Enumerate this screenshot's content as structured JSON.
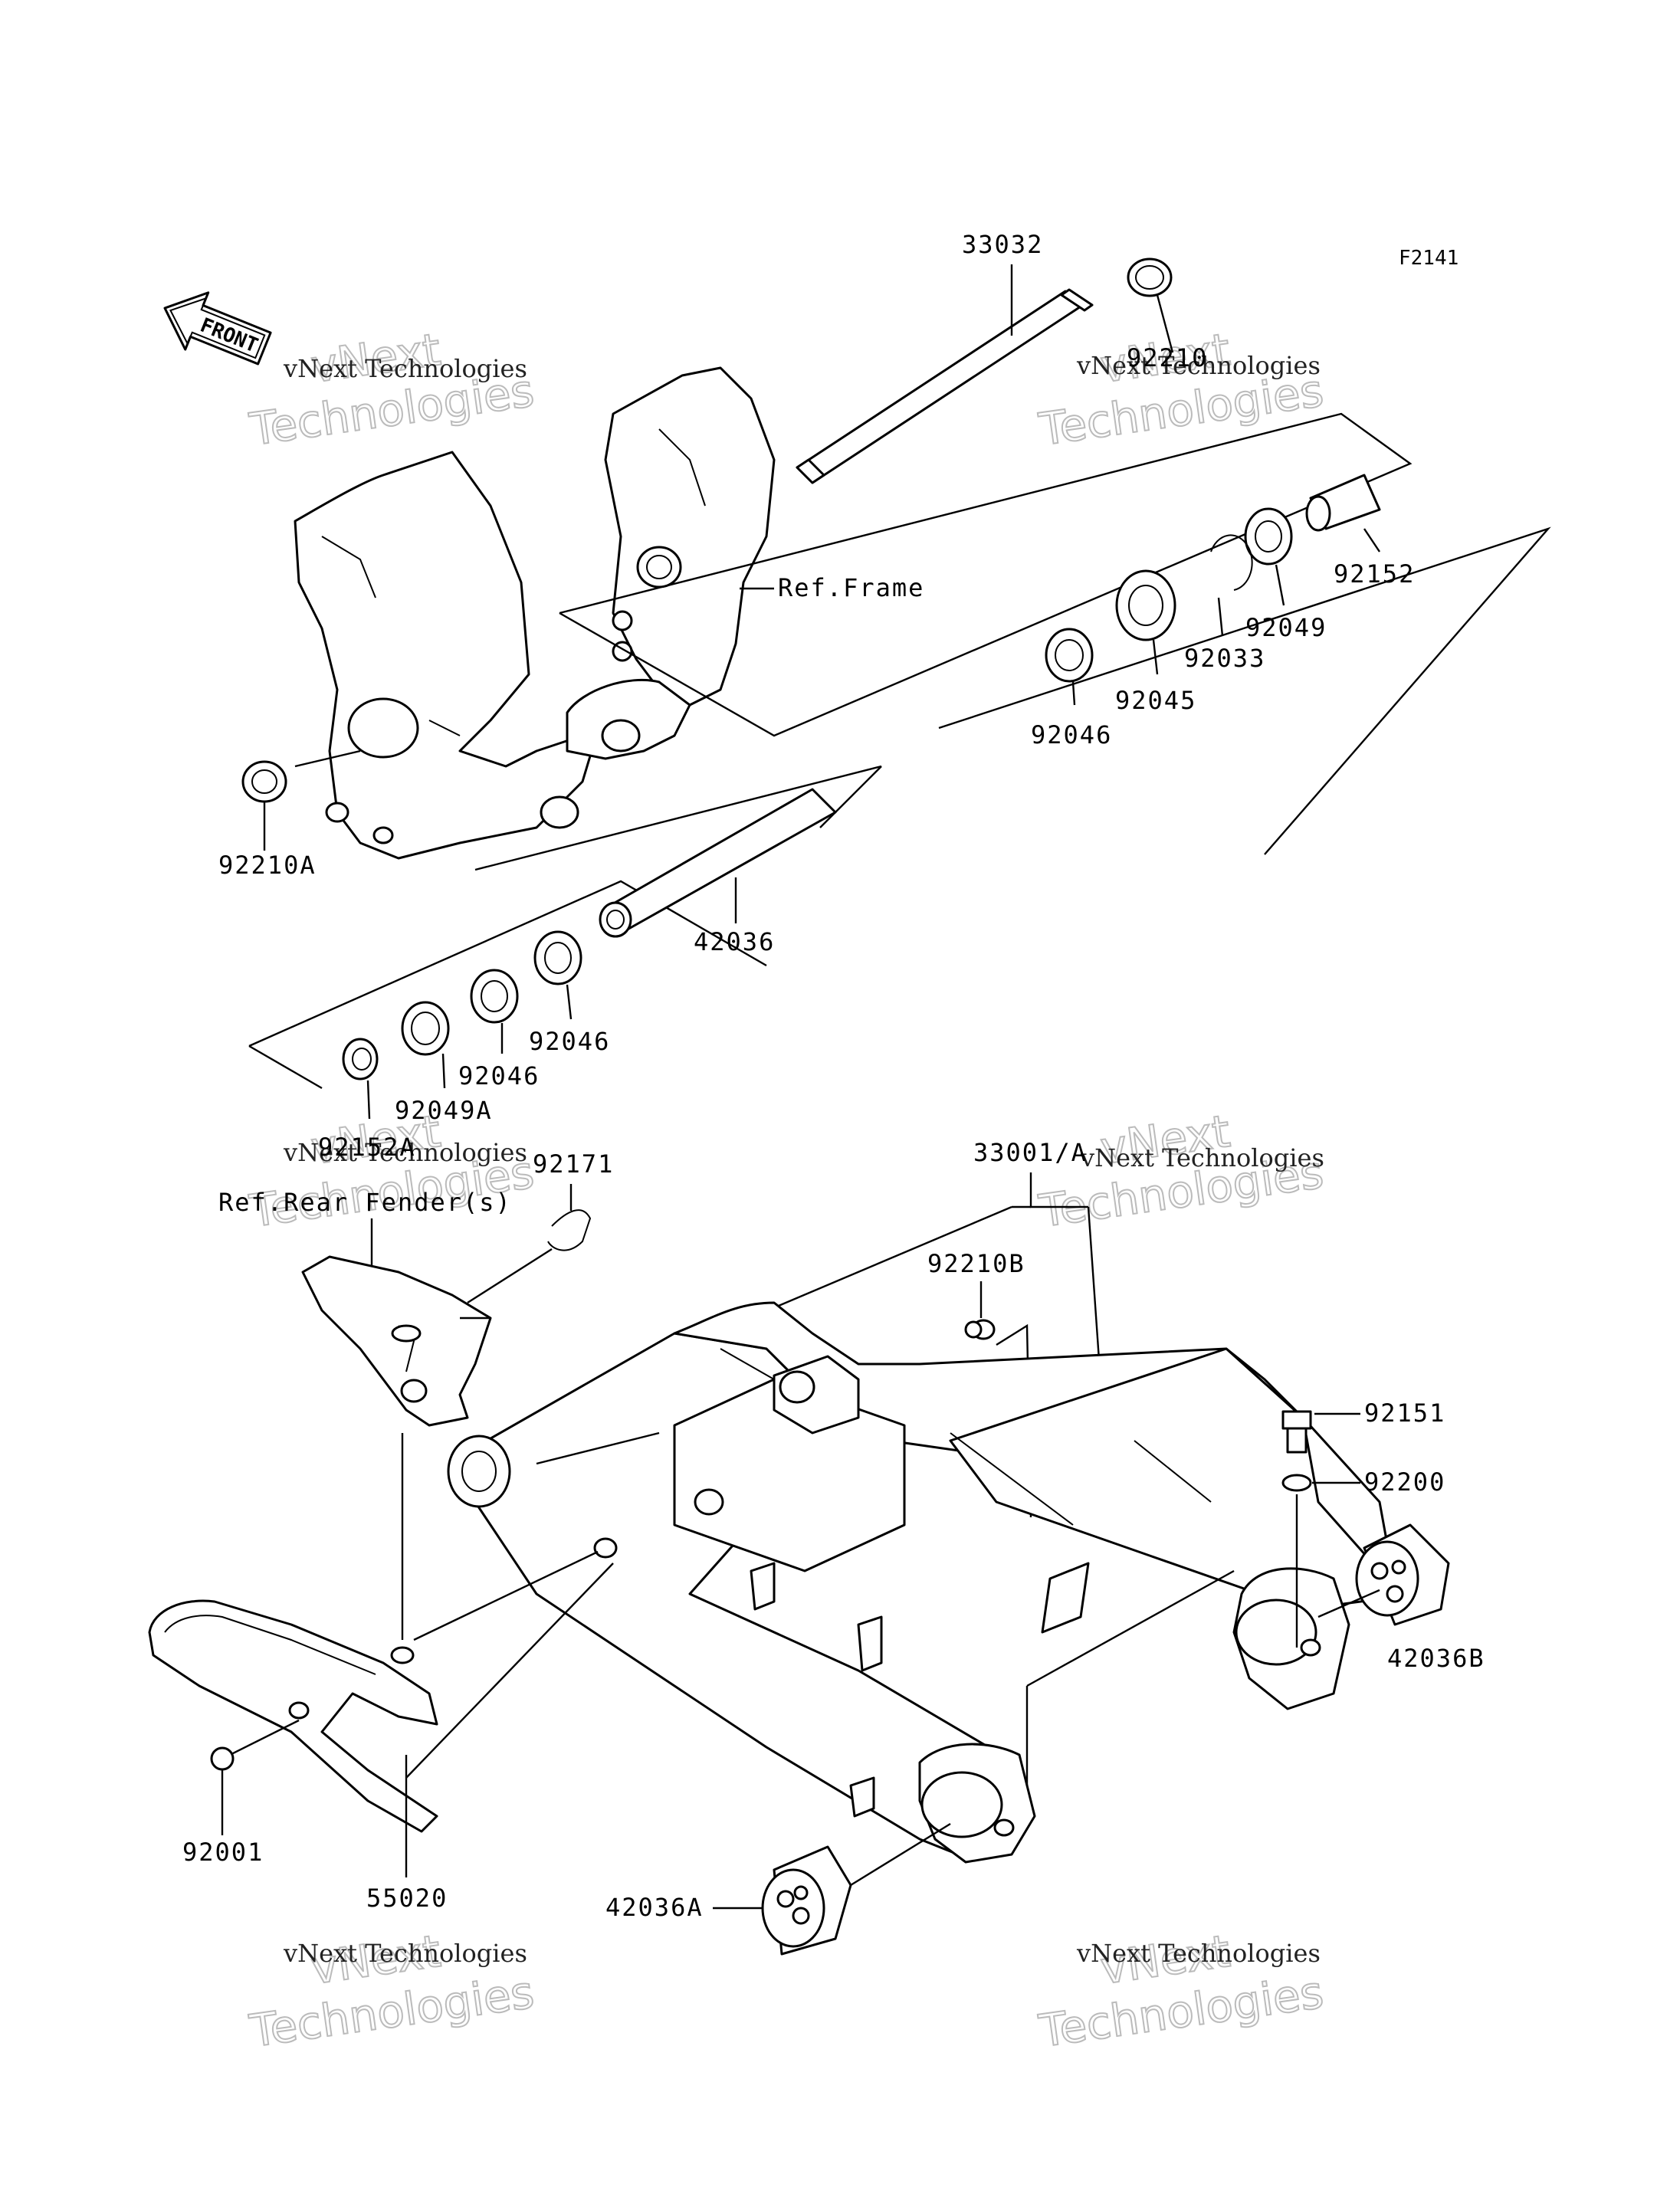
{
  "figure_code": "F2141",
  "front_label": "FRONT",
  "watermark": {
    "line1": "vNext Technologies",
    "line2": "Technologies",
    "line3": "vNext"
  },
  "parts": [
    {
      "label": "33032"
    },
    {
      "label": "92210"
    },
    {
      "label": "Ref.Frame"
    },
    {
      "label": "92152"
    },
    {
      "label": "92049"
    },
    {
      "label": "92033"
    },
    {
      "label": "92045"
    },
    {
      "label": "92046"
    },
    {
      "label": "92210A"
    },
    {
      "label": "42036"
    },
    {
      "label": "92046"
    },
    {
      "label": "92046"
    },
    {
      "label": "92049A"
    },
    {
      "label": "92152A"
    },
    {
      "label": "92171"
    },
    {
      "label": "Ref.Rear Fender(s)"
    },
    {
      "label": "33001/A"
    },
    {
      "label": "92210B"
    },
    {
      "label": "92151"
    },
    {
      "label": "92200"
    },
    {
      "label": "42036B"
    },
    {
      "label": "92001"
    },
    {
      "label": "55020"
    },
    {
      "label": "42036A"
    }
  ]
}
